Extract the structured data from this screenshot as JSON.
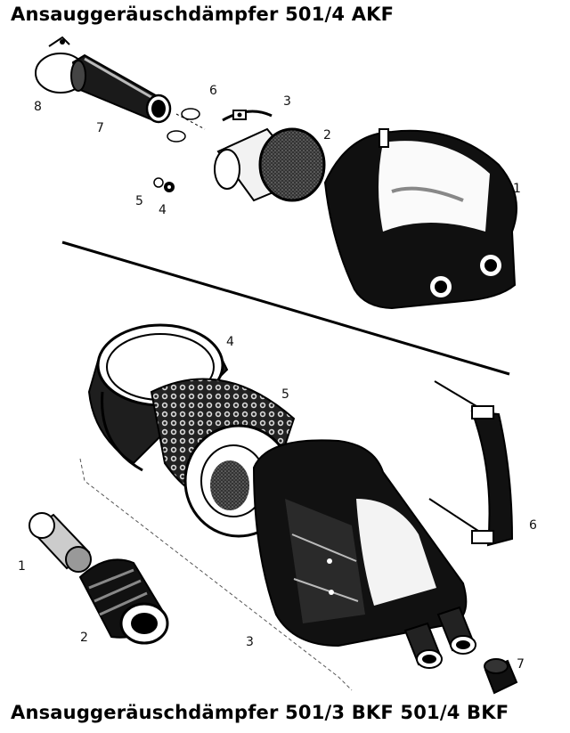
{
  "titles": {
    "top": "Ansauggeräuschdämpfer  501/4 AKF",
    "bottom": "Ansauggeräuschdämpfer  501/3 BKF  501/4 BKF"
  },
  "upper_assembly": {
    "callouts": [
      "8",
      "7",
      "6",
      "3",
      "2",
      "5",
      "4",
      "1"
    ]
  },
  "lower_assembly": {
    "callouts": [
      "4",
      "5",
      "6",
      "1",
      "2",
      "3",
      "7"
    ]
  }
}
